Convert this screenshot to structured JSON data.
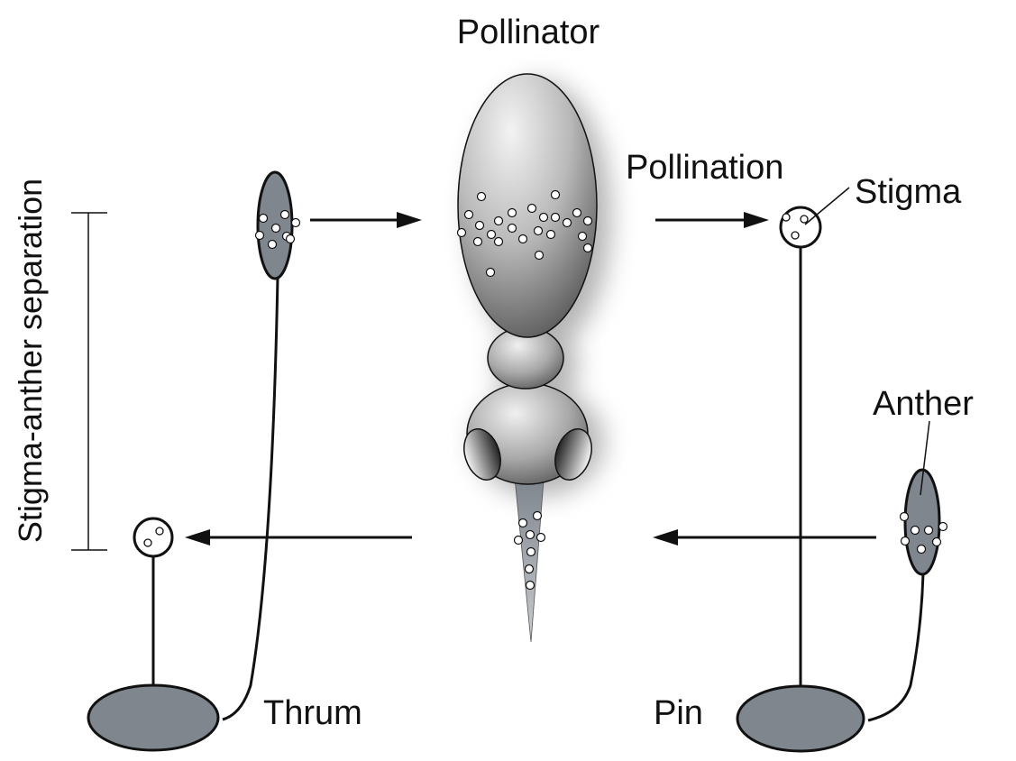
{
  "labels": {
    "pollinator": "Pollinator",
    "pollination": "Pollination",
    "stigma": "Stigma",
    "anther": "Anther",
    "thrum": "Thrum",
    "pin": "Pin",
    "separation": "Stigma-anther separation"
  },
  "colors": {
    "organ_fill": "#7f868d",
    "stroke": "#111111",
    "pollen": "#ffffff",
    "body_light": "#f2f2f2",
    "body_dark": "#4a4a4a"
  }
}
